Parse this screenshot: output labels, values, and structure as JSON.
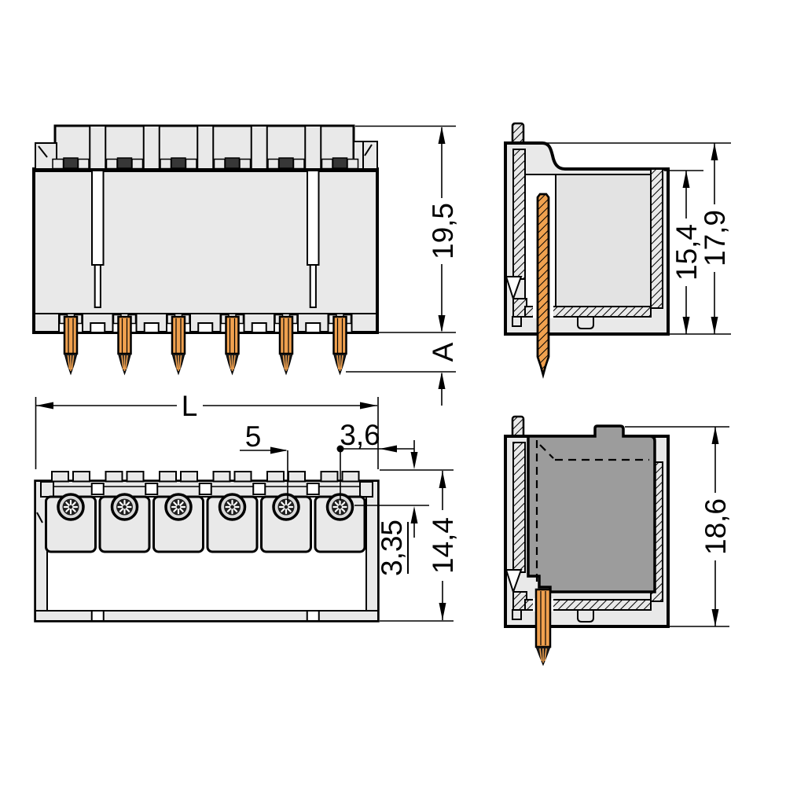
{
  "drawing": {
    "dims": {
      "front_height": "19,5",
      "pin_length": "A",
      "inner_height": "15,4",
      "total_height": "17,9",
      "total_length": "L",
      "pitch": "5",
      "edge_offset": "3,6",
      "row_offset": "3,35",
      "depth": "14,4",
      "mated_height": "18,6"
    },
    "colors": {
      "housing": "#e9e9e9",
      "mating_plug": "#9c9c9c",
      "pin": "#f0a14f",
      "line": "#000000",
      "background": "#ffffff"
    }
  }
}
